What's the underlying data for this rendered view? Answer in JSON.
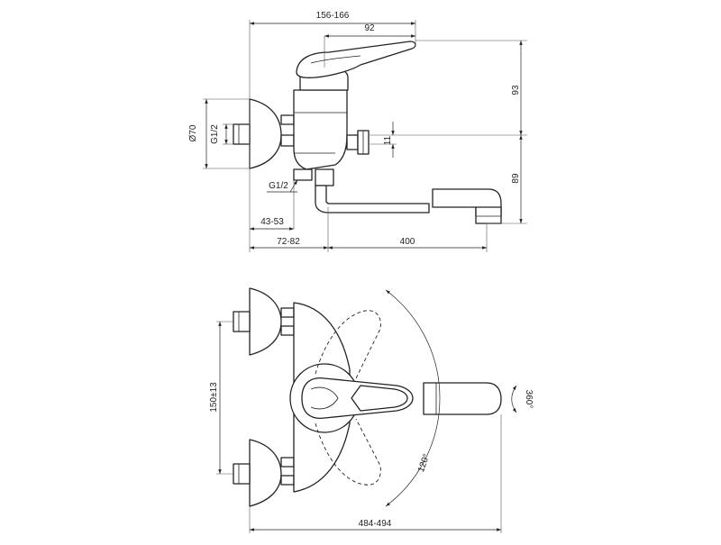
{
  "dimensions": {
    "top_width": "156-166",
    "handle_width": "92",
    "height_93": "93",
    "height_11": "11",
    "height_89": "89",
    "wall_diameter": "Ø70",
    "inlet_thread_wall": "G1/2",
    "inlet_thread_bottom": "G1/2",
    "depth_43_53": "43-53",
    "depth_72_82": "72-82",
    "spout_length": "400",
    "centers": "150±13",
    "overall_length": "484-494",
    "lever_rotation": "120°",
    "spout_rotation": "360°"
  }
}
